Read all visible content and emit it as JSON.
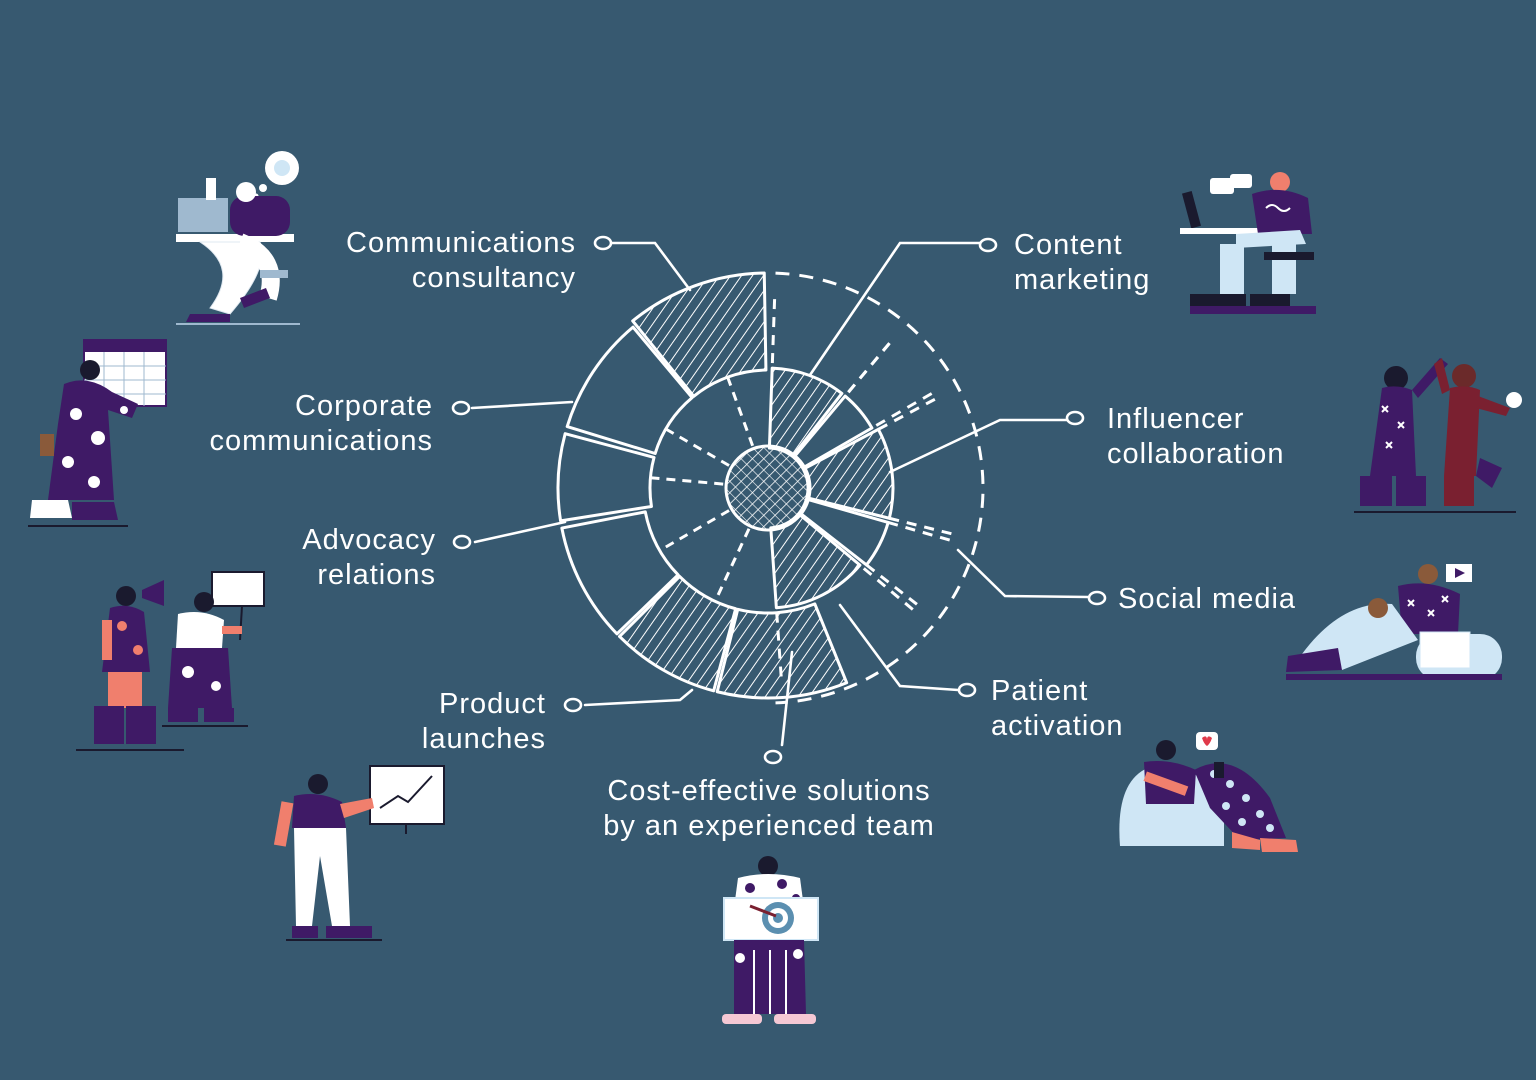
{
  "diagram": {
    "center_label": "Cost-effective solutions\nby an experienced team",
    "services": [
      {
        "id": "communications-consultancy",
        "label": "Communications\nconsultancy",
        "illustration": "person-at-desk-thinking"
      },
      {
        "id": "content-marketing",
        "label": "Content\nmarketing",
        "illustration": "person-at-laptop-chatting"
      },
      {
        "id": "corporate-communications",
        "label": "Corporate\ncommunications",
        "illustration": "person-with-calendar"
      },
      {
        "id": "influencer-collaboration",
        "label": "Influencer\ncollaboration",
        "illustration": "two-people-high-five"
      },
      {
        "id": "advocacy-relations",
        "label": "Advocacy\nrelations",
        "illustration": "people-with-megaphone-and-sign"
      },
      {
        "id": "social-media",
        "label": "Social media",
        "illustration": "person-reclining-with-laptop"
      },
      {
        "id": "product-launches",
        "label": "Product\nlaunches",
        "illustration": "person-presenting-chart"
      },
      {
        "id": "patient-activation",
        "label": "Patient\nactivation",
        "illustration": "person-on-beanbag-with-phone"
      }
    ],
    "center_illustration": "person-holding-target-sign"
  },
  "colors": {
    "background": "#375970",
    "line": "#ffffff",
    "purple": "#3f1a66",
    "coral": "#f07f6d",
    "light_blue": "#cfe6f5",
    "maroon": "#7a2030"
  }
}
